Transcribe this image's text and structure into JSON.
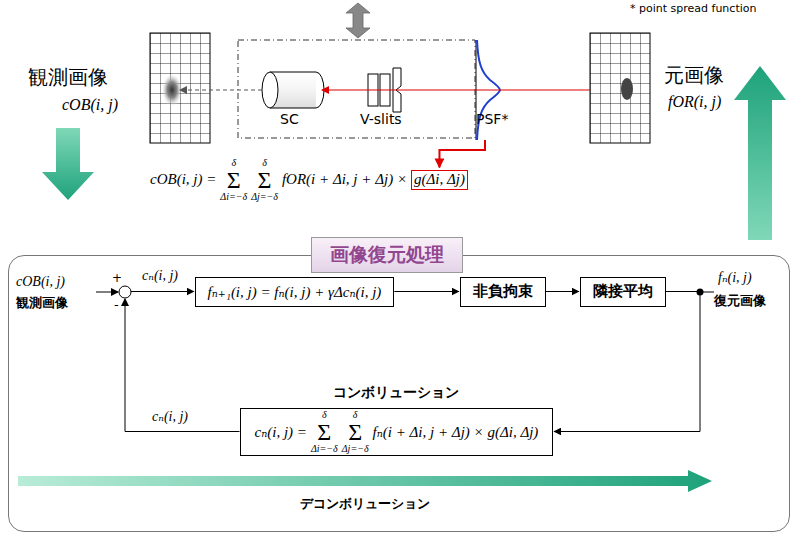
{
  "diagram": {
    "nodes": [
      {
        "text": [
          "画像復元処理"
        ]
      },
      {
        "text": [
          "fₙ₊₁(i, j) = fₙ(i, j) + γΔcₙ(i, j)"
        ],
        "in": 0
      },
      {
        "text": [
          "非負拘束"
        ],
        "in": 0
      },
      {
        "text": [
          "隣接平均"
        ],
        "in": 0
      },
      {
        "text": [
          "コンボリューション",
          "cₙ(i, j) =",
          "δ",
          "Σ",
          "Δi=−δ",
          "δ",
          "Σ",
          "Δj=−δ",
          "fₙ(i + Δi, j + Δj) × g(Δi, Δj)"
        ],
        "in": 0
      }
    ],
    "edges": [
      {
        "from": 1,
        "to": 2,
        "arrow": "to"
      },
      {
        "from": 2,
        "to": 3,
        "arrow": "to"
      },
      {
        "from": 3,
        "to": 4,
        "arrow": "to"
      },
      {
        "from": 4,
        "to": 1,
        "label": "cₙ(i, j)",
        "arrow": "to"
      }
    ],
    "labels": [
      "* point spread function",
      "観測画像",
      "cOB(i, j)",
      "SC",
      "V-slits",
      "PSF*",
      "元画像",
      "fOR(i, j)",
      "cOB(i, j) =",
      "δ",
      "Σ",
      "Δi=−δ",
      "δ",
      "Σ",
      "Δj=−δ",
      "fOR(i + Δi, j + Δj) ×",
      "g(Δi, Δj)",
      "観測画像",
      "cOB(i, j)",
      "+",
      "-",
      "cₙ(i, j)",
      "fₙ(i, j)",
      "復元画像",
      "デコンボリューション"
    ]
  }
}
